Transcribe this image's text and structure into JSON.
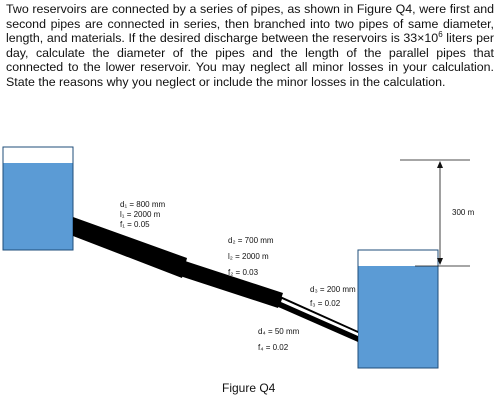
{
  "problem": {
    "part1": "Two reservoirs are connected by a series of pipes, as shown in Figure Q4, were first and second pipes are connected in series, then branched into two pipes of same diameter, length, and materials. If the desired discharge between the reservoirs is 33×10",
    "exponent": "6",
    "part2": " liters per day, calculate the diameter of the pipes and the length of the parallel pipes that connected to the lower reservoir. You may neglect all minor losses in your calculation. State the reasons why you neglect or include the minor losses in the calculation."
  },
  "figure": {
    "caption": "Figure Q4",
    "head_difference": "300 m",
    "colors": {
      "water": "#5b9bd5",
      "outline": "#1f4e79",
      "pipe": "#000000"
    },
    "pipe1": {
      "d": "d₁ = 800 mm",
      "l": "l₁ = 2000 m",
      "f": "f₁ = 0.05"
    },
    "pipe2": {
      "d": "d₂ = 700 mm",
      "l": "l₂ = 2000 m",
      "f": "f₂ = 0.03"
    },
    "pipe3": {
      "d": "d₃ = 200 mm",
      "f": "f₃ = 0.02"
    },
    "pipe4": {
      "d": "d₄ = 50 mm",
      "f": "f₄ = 0.02"
    }
  }
}
